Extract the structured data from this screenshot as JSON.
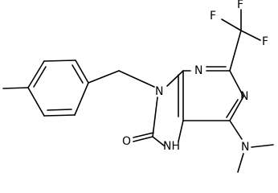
{
  "atoms": {
    "f_top": "F",
    "f_right": "F",
    "f_left": "F",
    "n3": "N",
    "n1": "N",
    "n9": "N",
    "n7": "NH",
    "o8": "O",
    "n_amine": "N"
  },
  "colors": {
    "bond": "#000000",
    "label": "#000000",
    "background": "#ffffff"
  }
}
